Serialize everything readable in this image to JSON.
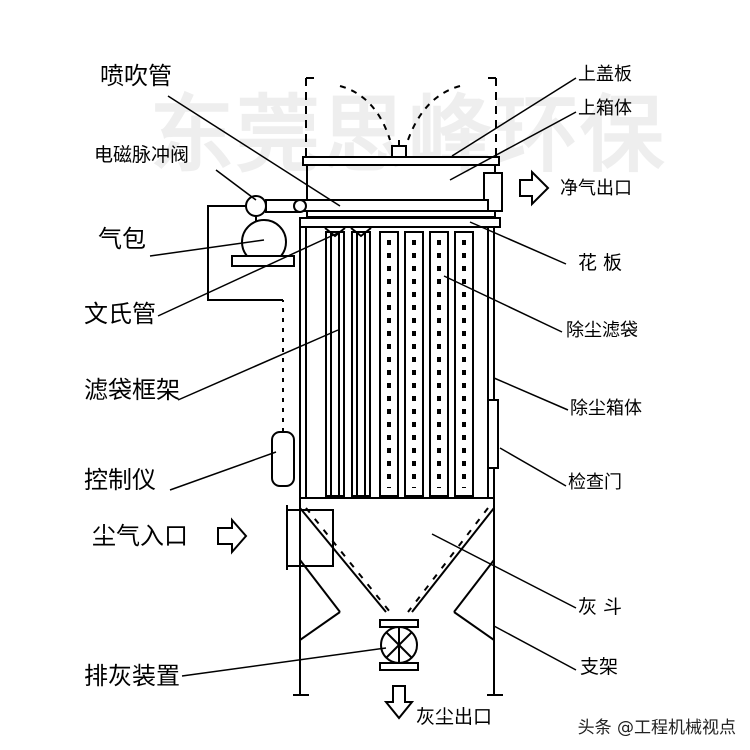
{
  "watermark": "东莞思峰环保",
  "labels": {
    "spray_pipe": "喷吹管",
    "solenoid_valve": "电磁脉冲阀",
    "air_bag": "气包",
    "venturi": "文氏管",
    "bag_cage": "滤袋框架",
    "controller": "控制仪",
    "dust_inlet": "尘气入口",
    "discharge_device": "排灰装置",
    "top_cover": "上盖板",
    "upper_box": "上箱体",
    "clean_outlet": "净气出口",
    "tube_sheet": "花 板",
    "filter_bag": "除尘滤袋",
    "dust_box": "除尘箱体",
    "inspection_door": "检查门",
    "ash_hopper": "灰 斗",
    "support": "支架",
    "dust_outlet": "灰尘出口"
  },
  "credit": "头条 @工程机械视点",
  "colors": {
    "line": "#000000",
    "bag_fill": "#ffffff",
    "arrow_fill": "#ffffff"
  }
}
